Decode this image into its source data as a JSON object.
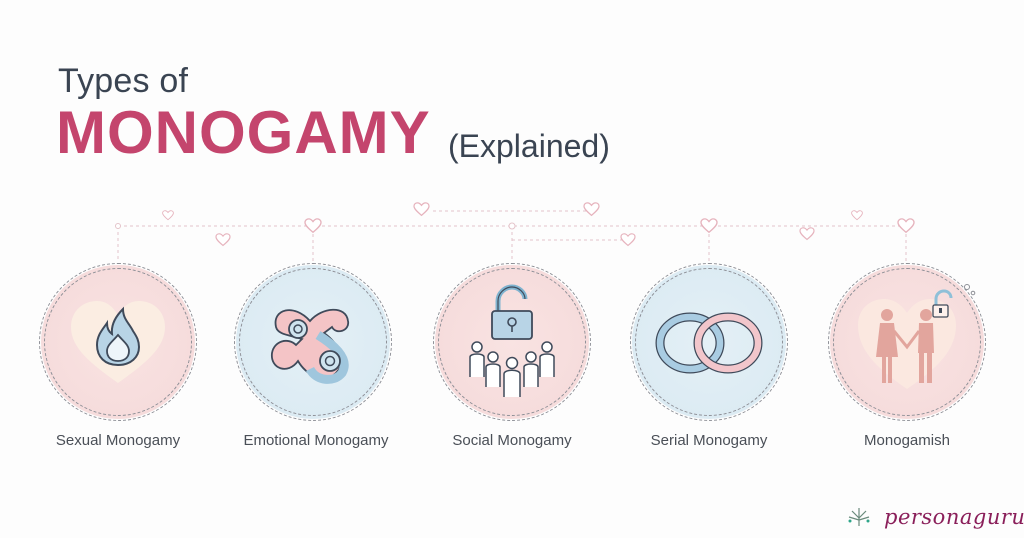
{
  "title": {
    "line1": "Types of",
    "line2": "MONOGAMY",
    "subtitle": "(Explained)"
  },
  "colors": {
    "accent": "#c4456d",
    "title_text": "#3a4452",
    "pink_circle": "#f6dcdc",
    "blue_circle": "#dcebf3",
    "heart_lines": "#e6b3bd",
    "brand": "#8a1f5a"
  },
  "types": [
    {
      "label": "Sexual Monogamy",
      "icon": "flame-heart-icon",
      "theme": "pink"
    },
    {
      "label": "Emotional Monogamy",
      "icon": "intertwined-swirls-icon",
      "theme": "blue"
    },
    {
      "label": "Social Monogamy",
      "icon": "open-lock-people-icon",
      "theme": "pink"
    },
    {
      "label": "Serial Monogamy",
      "icon": "interlocked-rings-icon",
      "theme": "blue"
    },
    {
      "label": "Monogamish",
      "icon": "couple-heart-open-lock-icon",
      "theme": "pink"
    }
  ],
  "brand": {
    "name": "personaguru",
    "icon": "tree-logo-icon"
  }
}
